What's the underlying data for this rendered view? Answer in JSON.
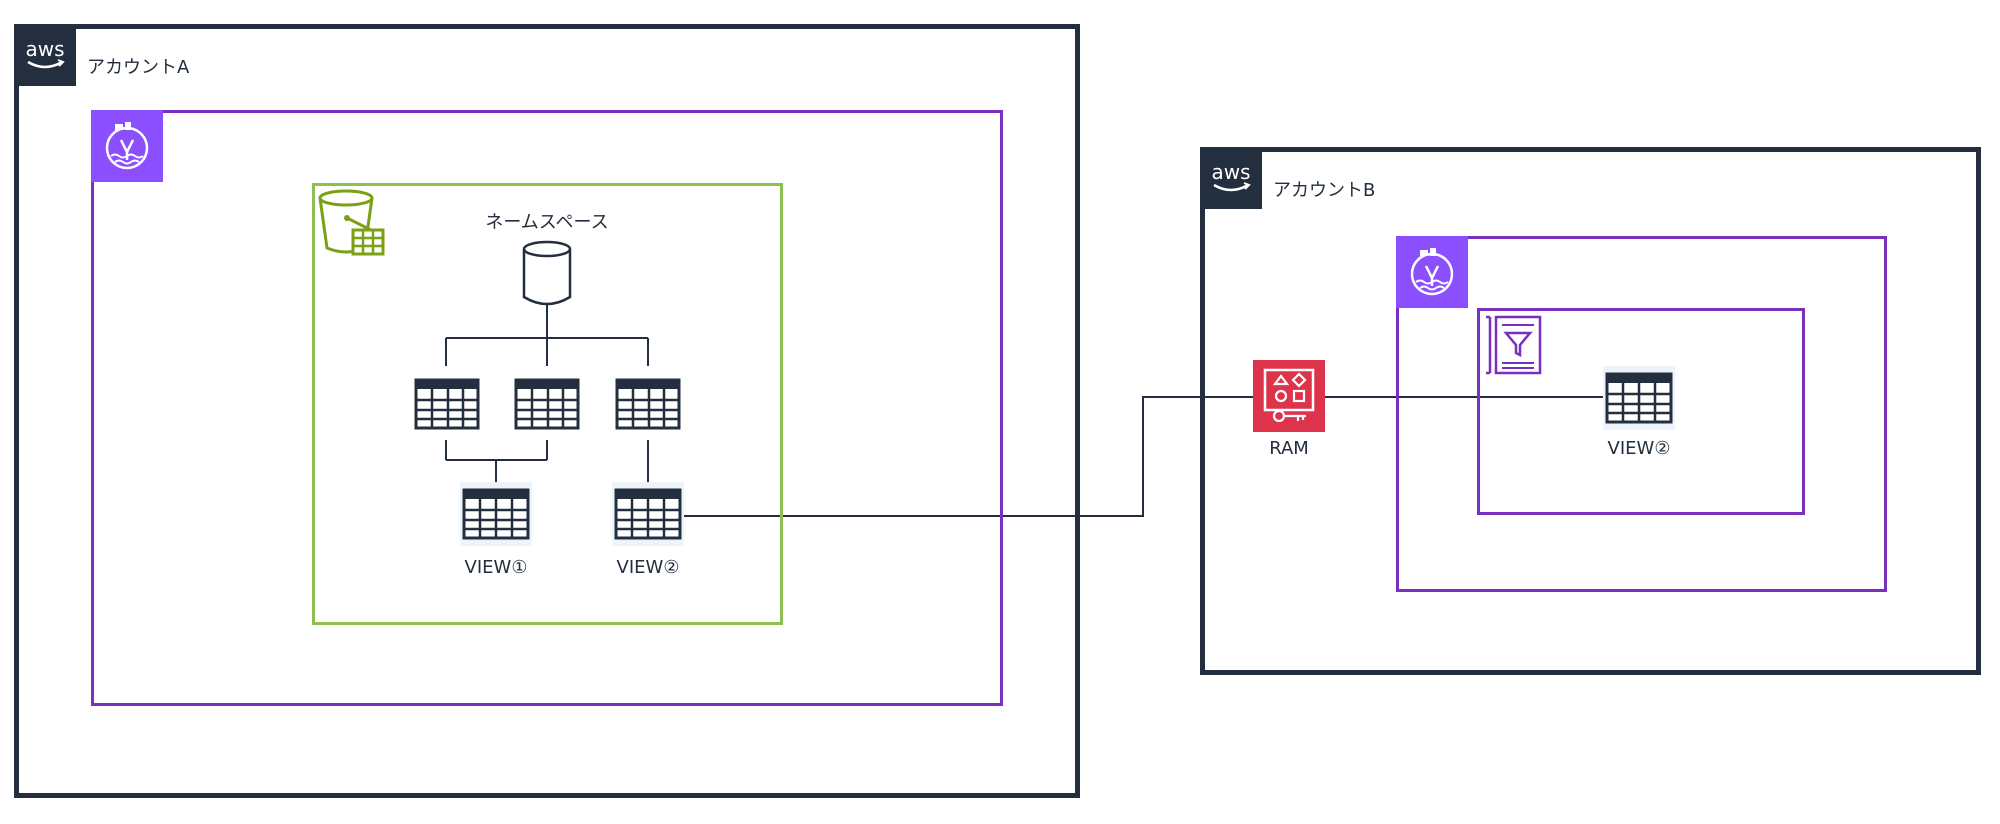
{
  "account_a": {
    "label": "アカウントA",
    "badge": "aws"
  },
  "account_b": {
    "label": "アカウントB",
    "badge": "aws"
  },
  "namespace": {
    "label": "ネームスペース"
  },
  "views_a": [
    {
      "label": "VIEW①"
    },
    {
      "label": "VIEW②"
    }
  ],
  "ram": {
    "label": "RAM"
  },
  "view_b": {
    "label": "VIEW②"
  },
  "colors": {
    "account_border": "#232f3e",
    "lake_formation": "#8c4fff",
    "lake_border": "#7b2fbe",
    "s3_tables": "#7aa116",
    "ram": "#dd344c",
    "line": "#232f3e"
  }
}
